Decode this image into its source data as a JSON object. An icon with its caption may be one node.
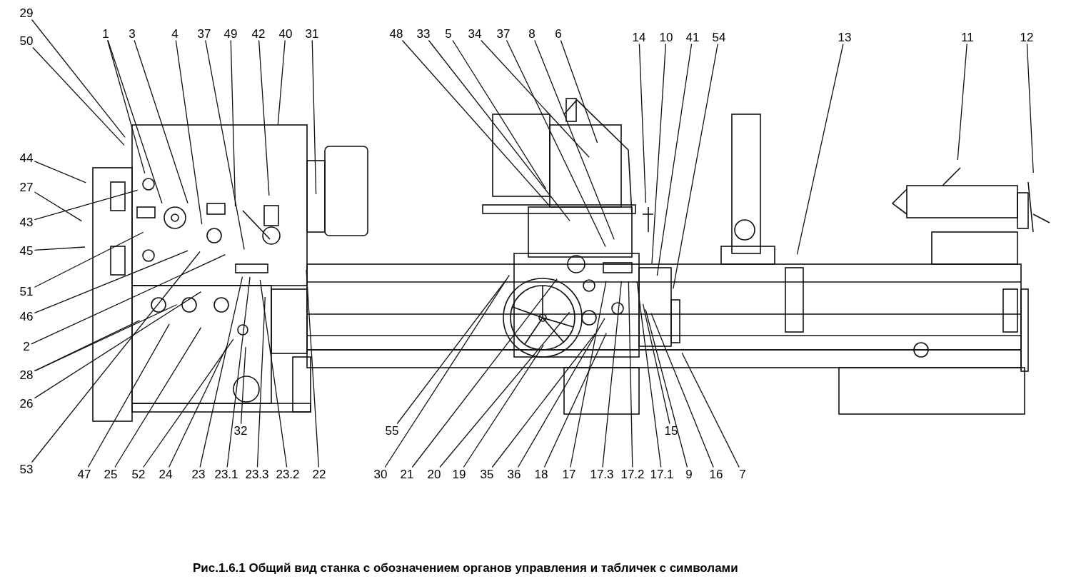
{
  "diagram": {
    "caption": "Рис.1.6.1 Общий вид станка с обозначением органов управления и табличек с символами",
    "nodes": [
      {
        "text": [
          "29"
        ]
      },
      {
        "text": [
          "1"
        ]
      },
      {
        "text": [
          "3"
        ]
      },
      {
        "text": [
          "4"
        ]
      },
      {
        "text": [
          "37"
        ]
      },
      {
        "text": [
          "49"
        ]
      },
      {
        "text": [
          "42"
        ]
      },
      {
        "text": [
          "40"
        ]
      },
      {
        "text": [
          "31"
        ]
      },
      {
        "text": [
          "48"
        ]
      },
      {
        "text": [
          "33"
        ]
      },
      {
        "text": [
          "5"
        ]
      },
      {
        "text": [
          "34"
        ]
      },
      {
        "text": [
          "37"
        ]
      },
      {
        "text": [
          "8"
        ]
      },
      {
        "text": [
          "6"
        ]
      },
      {
        "text": [
          "14"
        ]
      },
      {
        "text": [
          "10"
        ]
      },
      {
        "text": [
          "41"
        ]
      },
      {
        "text": [
          "54"
        ]
      },
      {
        "text": [
          "13"
        ]
      },
      {
        "text": [
          "11"
        ]
      },
      {
        "text": [
          "12"
        ]
      },
      {
        "text": [
          "50"
        ]
      },
      {
        "text": [
          "44"
        ]
      },
      {
        "text": [
          "27"
        ]
      },
      {
        "text": [
          "43"
        ]
      },
      {
        "text": [
          "45"
        ]
      },
      {
        "text": [
          "51"
        ]
      },
      {
        "text": [
          "46"
        ]
      },
      {
        "text": [
          "2"
        ]
      },
      {
        "text": [
          "28"
        ]
      },
      {
        "text": [
          "26"
        ]
      },
      {
        "text": [
          "53"
        ]
      },
      {
        "text": [
          "32"
        ]
      },
      {
        "text": [
          "55"
        ]
      },
      {
        "text": [
          "15"
        ]
      },
      {
        "text": [
          "47"
        ]
      },
      {
        "text": [
          "25"
        ]
      },
      {
        "text": [
          "52"
        ]
      },
      {
        "text": [
          "24"
        ]
      },
      {
        "text": [
          "23"
        ]
      },
      {
        "text": [
          "23.1"
        ]
      },
      {
        "text": [
          "23.3"
        ]
      },
      {
        "text": [
          "23.2"
        ]
      },
      {
        "text": [
          "22"
        ]
      },
      {
        "text": [
          "30"
        ]
      },
      {
        "text": [
          "21"
        ]
      },
      {
        "text": [
          "20"
        ]
      },
      {
        "text": [
          "19"
        ]
      },
      {
        "text": [
          "35"
        ]
      },
      {
        "text": [
          "36"
        ]
      },
      {
        "text": [
          "18"
        ]
      },
      {
        "text": [
          "17"
        ]
      },
      {
        "text": [
          "17.3"
        ]
      },
      {
        "text": [
          "17.2"
        ]
      },
      {
        "text": [
          "17.1"
        ]
      },
      {
        "text": [
          "9"
        ]
      },
      {
        "text": [
          "16"
        ]
      },
      {
        "text": [
          "7"
        ]
      }
    ],
    "edges": [
      {
        "from": 0,
        "to": null,
        "arrow": "none"
      },
      {
        "from": 1,
        "to": null,
        "arrow": "none"
      },
      {
        "from": 1,
        "to": null,
        "arrow": "none"
      },
      {
        "from": 2,
        "to": null,
        "arrow": "none"
      },
      {
        "from": 3,
        "to": null,
        "arrow": "none"
      },
      {
        "from": 4,
        "to": null,
        "arrow": "none"
      },
      {
        "from": 5,
        "to": null,
        "arrow": "none"
      },
      {
        "from": 6,
        "to": null,
        "arrow": "none"
      },
      {
        "from": 7,
        "to": null,
        "arrow": "none"
      },
      {
        "from": 8,
        "to": null,
        "arrow": "none"
      },
      {
        "from": 9,
        "to": null,
        "arrow": "none"
      },
      {
        "from": 10,
        "to": null,
        "arrow": "none"
      },
      {
        "from": 11,
        "to": null,
        "arrow": "none"
      },
      {
        "from": 12,
        "to": null,
        "arrow": "none"
      },
      {
        "from": 13,
        "to": null,
        "arrow": "none"
      },
      {
        "from": 14,
        "to": null,
        "arrow": "none"
      },
      {
        "from": 15,
        "to": null,
        "arrow": "none"
      },
      {
        "from": 16,
        "to": null,
        "arrow": "none"
      },
      {
        "from": 17,
        "to": null,
        "arrow": "none"
      },
      {
        "from": 18,
        "to": null,
        "arrow": "none"
      },
      {
        "from": 19,
        "to": null,
        "arrow": "none"
      },
      {
        "from": 20,
        "to": null,
        "arrow": "none"
      },
      {
        "from": 21,
        "to": null,
        "arrow": "none"
      },
      {
        "from": 22,
        "to": null,
        "arrow": "none"
      },
      {
        "from": 23,
        "to": null,
        "arrow": "none"
      },
      {
        "from": 24,
        "to": null,
        "arrow": "none"
      },
      {
        "from": 25,
        "to": null,
        "arrow": "none"
      },
      {
        "from": 26,
        "to": null,
        "arrow": "none"
      },
      {
        "from": 27,
        "to": null,
        "arrow": "none"
      },
      {
        "from": 28,
        "to": null,
        "arrow": "none"
      },
      {
        "from": 29,
        "to": null,
        "arrow": "none"
      },
      {
        "from": 30,
        "to": null,
        "arrow": "none"
      },
      {
        "from": 31,
        "to": null,
        "arrow": "none"
      },
      {
        "from": 31,
        "to": null,
        "arrow": "none"
      },
      {
        "from": 32,
        "to": null,
        "arrow": "none"
      },
      {
        "from": 33,
        "to": null,
        "arrow": "none"
      },
      {
        "from": 34,
        "to": null,
        "arrow": "none"
      },
      {
        "from": 35,
        "to": null,
        "arrow": "none"
      },
      {
        "from": 36,
        "to": null,
        "arrow": "none"
      },
      {
        "from": 37,
        "to": null,
        "arrow": "none"
      },
      {
        "from": 38,
        "to": null,
        "arrow": "none"
      },
      {
        "from": 39,
        "to": null,
        "arrow": "none"
      },
      {
        "from": 40,
        "to": null,
        "arrow": "none"
      },
      {
        "from": 41,
        "to": null,
        "arrow": "none"
      },
      {
        "from": 42,
        "to": null,
        "arrow": "none"
      },
      {
        "from": 43,
        "to": null,
        "arrow": "none"
      },
      {
        "from": 44,
        "to": null,
        "arrow": "none"
      },
      {
        "from": 45,
        "to": null,
        "arrow": "none"
      },
      {
        "from": 46,
        "to": null,
        "arrow": "none"
      },
      {
        "from": 47,
        "to": null,
        "arrow": "none"
      },
      {
        "from": 48,
        "to": null,
        "arrow": "none"
      },
      {
        "from": 49,
        "to": null,
        "arrow": "none"
      },
      {
        "from": 50,
        "to": null,
        "arrow": "none"
      },
      {
        "from": 51,
        "to": null,
        "arrow": "none"
      },
      {
        "from": 52,
        "to": null,
        "arrow": "none"
      },
      {
        "from": 53,
        "to": null,
        "arrow": "none"
      },
      {
        "from": 54,
        "to": null,
        "arrow": "none"
      },
      {
        "from": 55,
        "to": null,
        "arrow": "none"
      },
      {
        "from": 56,
        "to": null,
        "arrow": "none"
      },
      {
        "from": 57,
        "to": null,
        "arrow": "none"
      },
      {
        "from": 58,
        "to": null,
        "arrow": "none"
      },
      {
        "from": 59,
        "to": null,
        "arrow": "none"
      }
    ]
  }
}
